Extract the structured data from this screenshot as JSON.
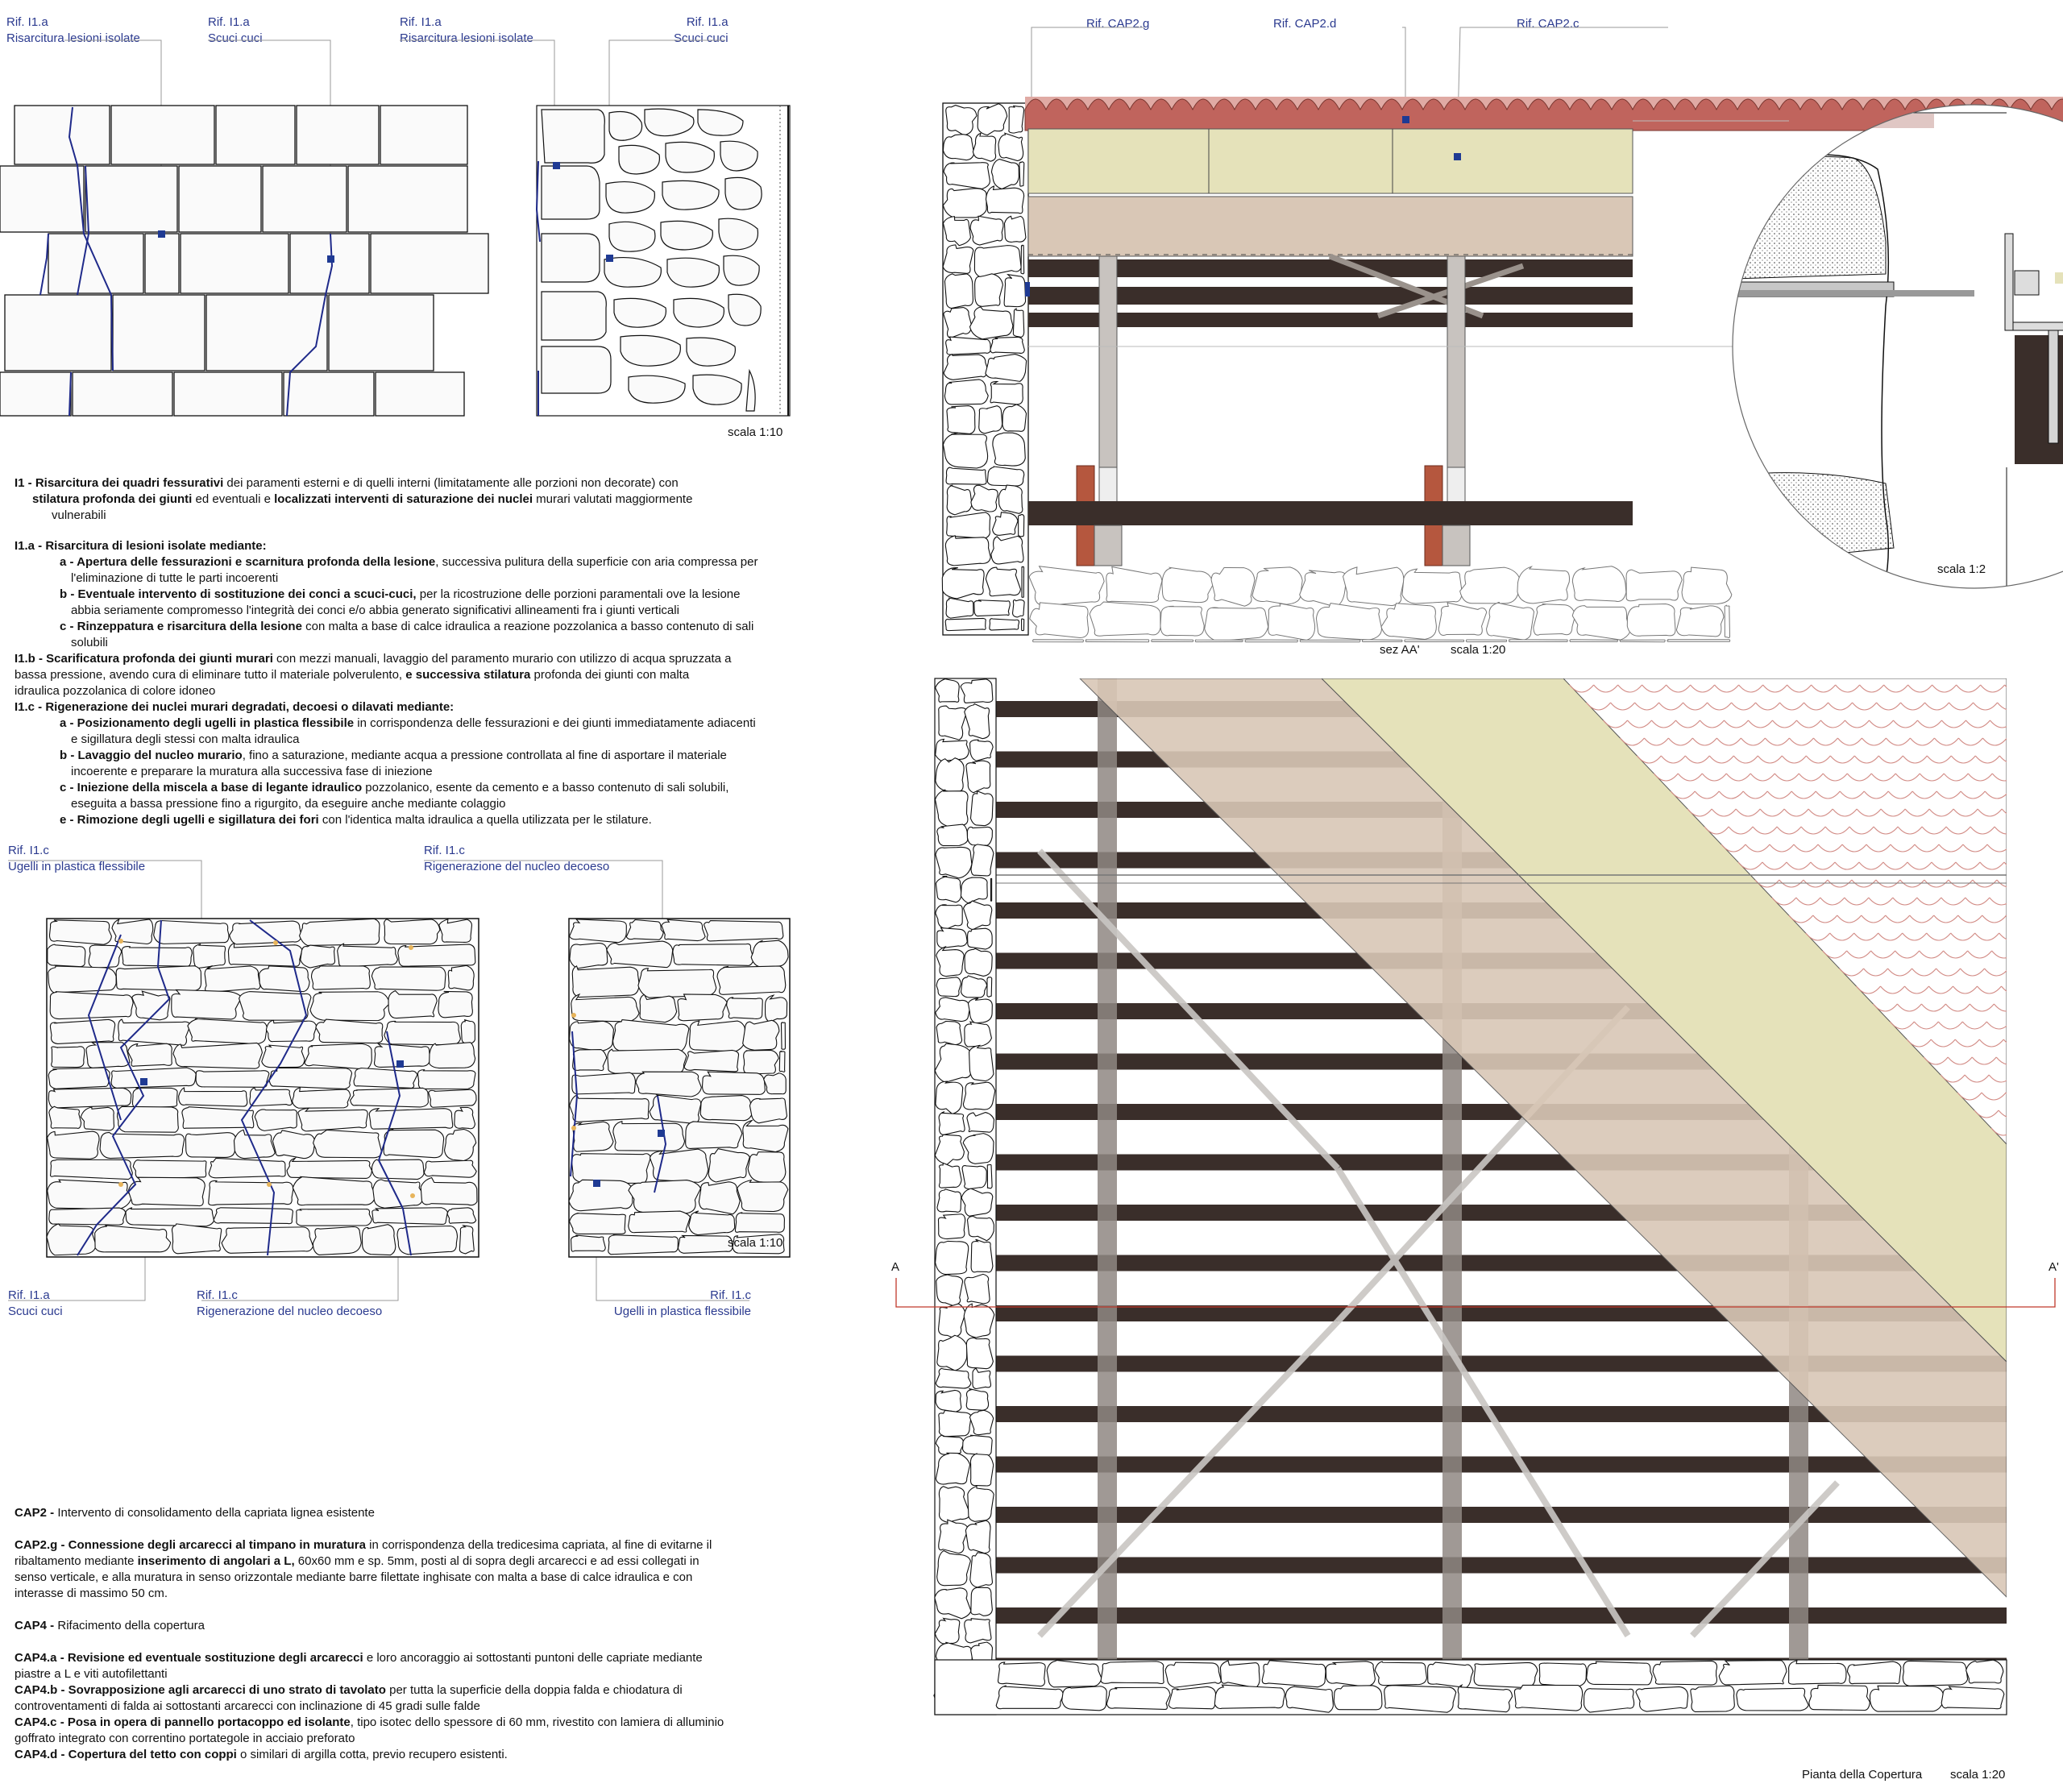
{
  "refs_top": [
    {
      "id": "ref-top-1",
      "code": "Rif. I1.a",
      "label": "Risarcitura lesioni isolate"
    },
    {
      "id": "ref-top-2",
      "code": "Rif. I1.a",
      "label": "Scuci cuci"
    },
    {
      "id": "ref-top-3",
      "code": "Rif. I1.a",
      "label": "Risarcitura lesioni isolate"
    },
    {
      "id": "ref-top-4",
      "code": "Rif. I1.a",
      "label": "Scuci cuci"
    }
  ],
  "refs_mid": [
    {
      "code": "Rif. I1.c",
      "label": "Ugelli in plastica flessibile"
    },
    {
      "code": "Rif. I1.c",
      "label": "Rigenerazione del nucleo decoeso"
    }
  ],
  "refs_low": [
    {
      "code": "Rif. I1.a",
      "label": "Scuci cuci"
    },
    {
      "code": "Rif. I1.c",
      "label": "Rigenerazione del nucleo decoeso"
    },
    {
      "code": "Rif. I1.c",
      "label": "Ugelli in plastica flessibile"
    }
  ],
  "refs_cap": [
    "Rif. CAP2.g",
    "Rif. CAP2.d",
    "Rif. CAP2.c"
  ],
  "scales": {
    "s1": "scala 1:10",
    "s2": "scala 1:10",
    "s3": "scala 1:2",
    "section": "sez AA'",
    "section_scale": "scala 1:20",
    "plan": "Pianta della Copertura",
    "plan_scale": "scala 1:20"
  },
  "section_marks": {
    "a": "A",
    "a_prime": "A'"
  },
  "text_i1": {
    "head_b1": "I1 - Risarcitura dei quadri fessurativi",
    "head_t1": " dei paramenti esterni e di quelli interni (limitatamente alle porzioni non decorate) con",
    "head_b2": "stilatura profonda dei giunti",
    "head_t2": " ed eventuali e ",
    "head_b3": "localizzati interventi di saturazione dei nuclei",
    "head_t3": " murari valutati maggiormente",
    "head_t4": "vulnerabili",
    "i1a_title": "I1.a - Risarcitura di lesioni isolate mediante:",
    "a_b": "a - Apertura delle fessurazioni e scarnitura profonda della lesione",
    "a_t": ", successiva pulitura della superficie con aria compressa per",
    "a_t2": "l'eliminazione di tutte le parti  incoerenti",
    "b_b": "b - Eventuale intervento di sostituzione dei conci a scuci-cuci,",
    "b_t": " per la ricostruzione delle porzioni paramentali ove la lesione",
    "b_t2": "abbia seriamente compromesso l'integrità  dei conci e/o abbia generato significativi allineamenti fra i giunti verticali",
    "c_b": "c - Rinzeppatura e risarcitura della lesione",
    "c_t": " con malta a base di calce idraulica a reazione pozzolanica a basso contenuto di sali",
    "c_t2": "solubili",
    "i1b_b": "I1.b - Scarificatura profonda dei giunti murari",
    "i1b_t": " con mezzi manuali, lavaggio del paramento murario  con utilizzo di acqua spruzzata a",
    "i1b_t2": "bassa pressione, avendo cura di eliminare tutto il materiale polverulento,  ",
    "i1b_b2": "e successiva stilatura",
    "i1b_t3": " profonda dei giunti con malta",
    "i1b_t4": "idraulica pozzolanica di colore  idoneo",
    "i1c_title": "I1.c - Rigenerazione dei nuclei murari degradati, decoesi o dilavati mediante:",
    "ca_b": "a - Posizionamento degli ugelli in plastica flessibile",
    "ca_t": " in corrispondenza delle fessurazioni e dei giunti immediatamente adiacenti",
    "ca_t2": "e sigillatura degli stessi con malta idraulica",
    "cb_b": "b - Lavaggio del nucleo murario",
    "cb_t": ", fino a saturazione, mediante acqua a pressione controllata al fine di asportare il materiale",
    "cb_t2": "incoerente e preparare la muratura alla successiva fase di iniezione",
    "cc_b": "c - Iniezione della miscela a base di legante idraulico",
    "cc_t": " pozzolanico, esente da cemento e a basso contenuto di sali solubili,",
    "cc_t2": "eseguita a bassa pressione fino a rigurgito, da eseguire anche mediante colaggio",
    "ce_b": "e - Rimozione degli ugelli e sigillatura dei fori",
    "ce_t": " con l'identica malta idraulica a quella utilizzata per le stilature."
  },
  "text_cap": {
    "cap2_b": "CAP2 -",
    "cap2_t": " Intervento di consolidamento della capriata lignea esistente",
    "cap2g_b": "CAP2.g - Connessione degli arcarecci al timpano in muratura",
    "cap2g_t": " in corrispondenza della tredicesima capriata, al fine di evitarne il",
    "cap2g_t2": "ribaltamento mediante ",
    "cap2g_b2": "inserimento di angolari a L,",
    "cap2g_t3": " 60x60 mm e sp. 5mm, posti al di sopra degli arcarecci e ad essi collegati in",
    "cap2g_t4": "senso verticale, e alla muratura in senso orizzontale mediante barre filettate inghisate con malta a base di calce idraulica e con",
    "cap2g_t5": "interasse di massimo 50 cm.",
    "cap4_b": "CAP4 -",
    "cap4_t": " Rifacimento della copertura",
    "cap4a_b": "CAP4.a - Revisione ed eventuale sostituzione degli arcarecci",
    "cap4a_t": " e loro ancoraggio ai sottostanti puntoni delle capriate mediante",
    "cap4a_t2": "piastre a L e viti autofilettanti",
    "cap4b_b": "CAP4.b - Sovrapposizione agli arcarecci di uno strato di tavolato",
    "cap4b_t": " per tutta la superficie della doppia falda e chiodatura di",
    "cap4b_t2": "controventamenti di falda ai sottostanti arcarecci con inclinazione di 45 gradi sulle falde",
    "cap4c_b": "CAP4.c - Posa in opera di pannello portacoppo ed isolante",
    "cap4c_t": ", tipo isotec dello spessore di 60 mm, rivestito con lamiera di alluminio",
    "cap4c_t2": "goffrato integrato con correntino portategole in acciaio preforato",
    "cap4d_b": "CAP4.d - Copertura del tetto con coppi",
    "cap4d_t": " o similari di argilla cotta, previo recupero esistenti."
  },
  "colors": {
    "ref_blue": "#2b3a8f",
    "marker": "#1f3a93",
    "beam": "#3a2e2a",
    "wood": "#d9c7b6",
    "insulation": "#e5e2ba",
    "tile": "#c0645d",
    "post": "#9a928c",
    "brick": "#b5573e"
  }
}
